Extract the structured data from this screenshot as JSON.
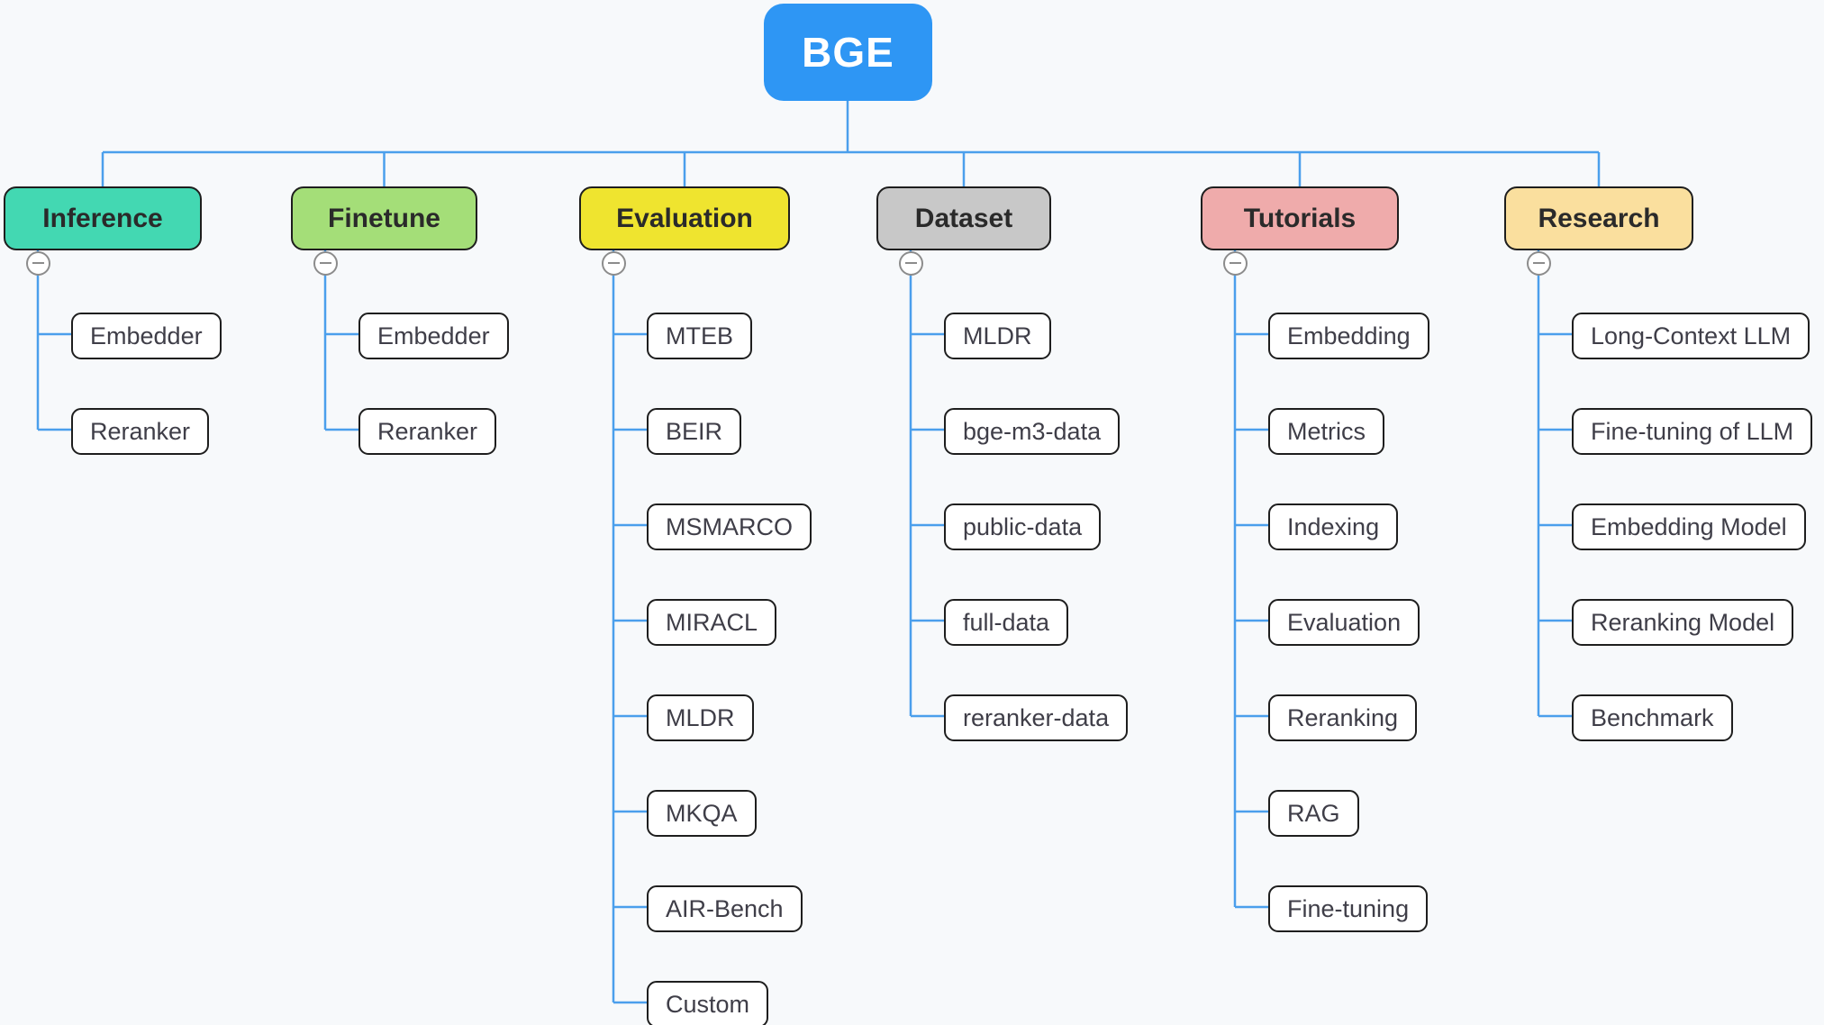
{
  "root": {
    "label": "BGE",
    "color": "#2E96F4",
    "text_color": "#FFFFFF"
  },
  "branches": [
    {
      "label": "Inference",
      "color": "#43D8B2",
      "children": [
        "Embedder",
        "Reranker"
      ]
    },
    {
      "label": "Finetune",
      "color": "#A4DE78",
      "children": [
        "Embedder",
        "Reranker"
      ]
    },
    {
      "label": "Evaluation",
      "color": "#EFE42F",
      "children": [
        "MTEB",
        "BEIR",
        "MSMARCO",
        "MIRACL",
        "MLDR",
        "MKQA",
        "AIR-Bench",
        "Custom"
      ]
    },
    {
      "label": "Dataset",
      "color": "#C8C8C8",
      "children": [
        "MLDR",
        "bge-m3-data",
        "public-data",
        "full-data",
        "reranker-data"
      ]
    },
    {
      "label": "Tutorials",
      "color": "#EFABAB",
      "children": [
        "Embedding",
        "Metrics",
        "Indexing",
        "Evaluation",
        "Reranking",
        "RAG",
        "Fine-tuning"
      ]
    },
    {
      "label": "Research",
      "color": "#FADF9E",
      "children": [
        "Long-Context LLM",
        "Fine-tuning of LLM",
        "Embedding Model",
        "Reranking Model",
        "Benchmark"
      ]
    }
  ],
  "icons": {
    "collapse": "minus-in-circle"
  },
  "colors": {
    "connector": "#4B9FEC",
    "node_border": "#1E1E1E",
    "branch_text": "#2A2A2A",
    "child_text": "#3F3E48",
    "canvas_bg": "#F7F9FB",
    "collapse_icon": "#8C8C8C"
  }
}
